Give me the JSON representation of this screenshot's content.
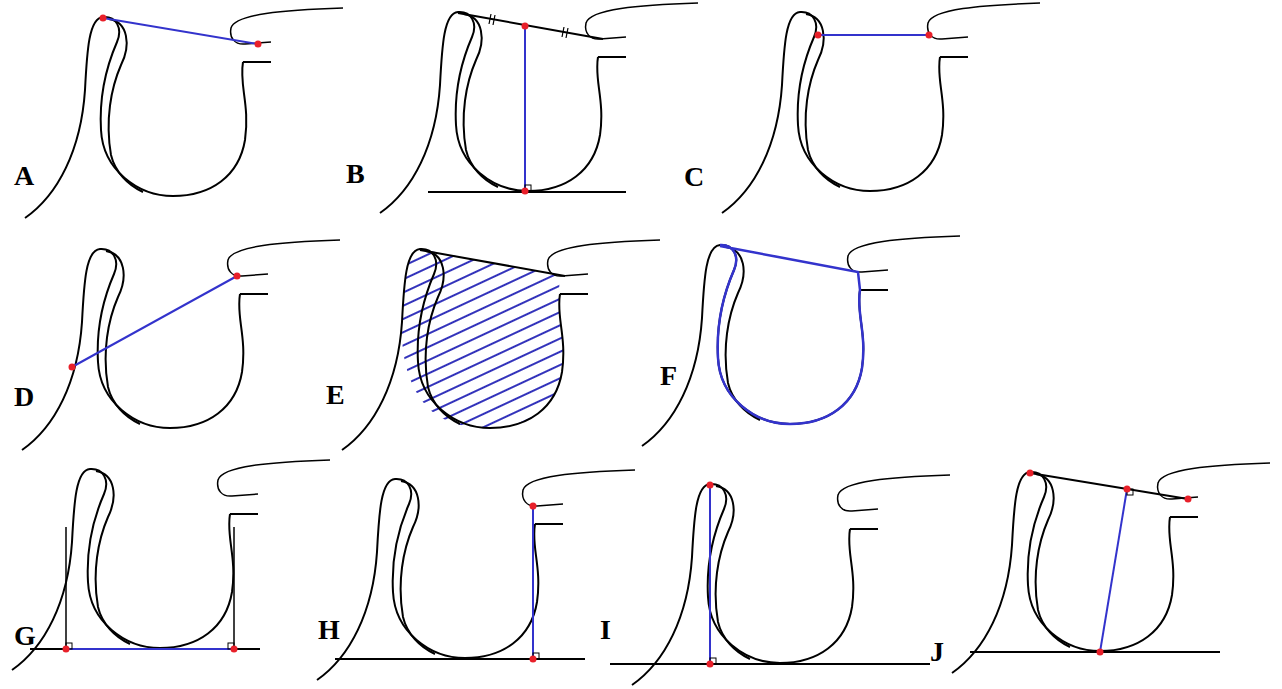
{
  "diagram": {
    "labels": [
      "A",
      "B",
      "C",
      "D",
      "E",
      "F",
      "G",
      "H",
      "I",
      "J"
    ]
  }
}
